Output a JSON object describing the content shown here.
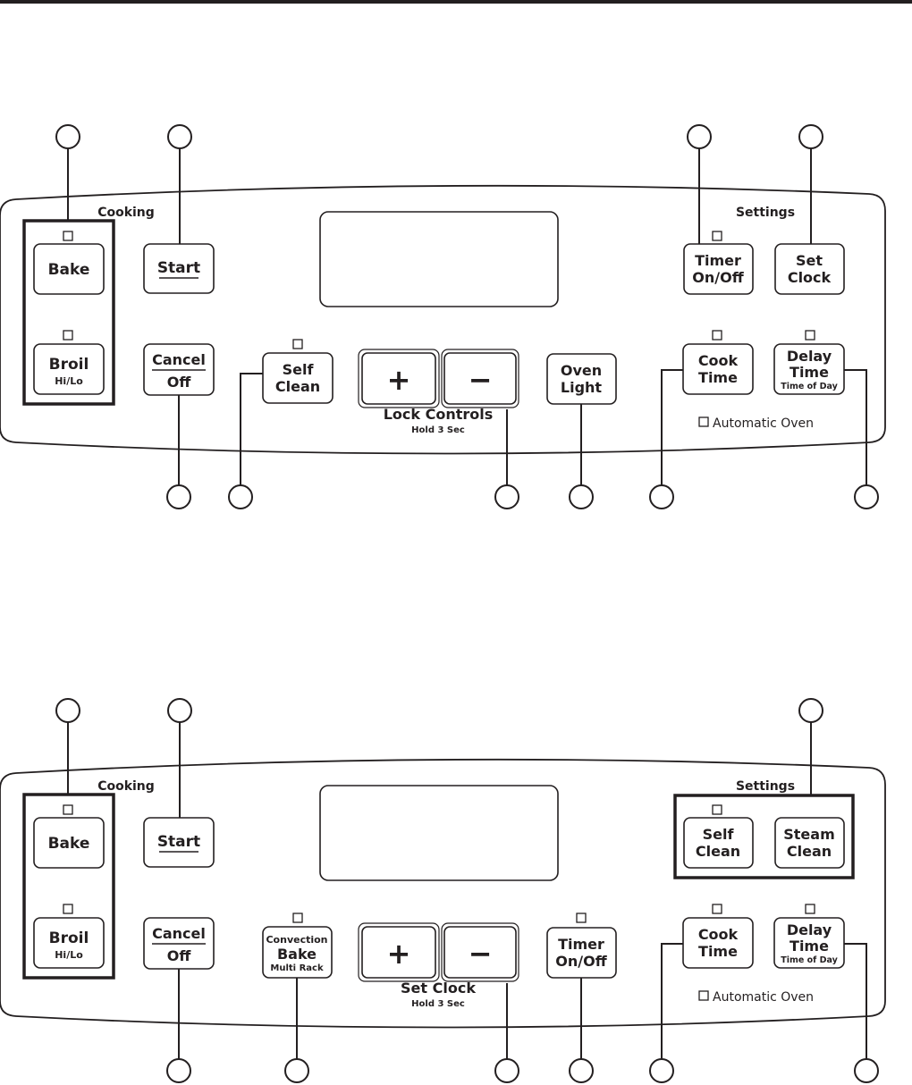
{
  "panels": [
    {
      "cooking_label": "Cooking",
      "settings_label": "Settings",
      "bake": {
        "label": "Bake"
      },
      "broil": {
        "label": "Broil",
        "sub": "Hi/Lo"
      },
      "start": {
        "label": "Start"
      },
      "cancel": {
        "top": "Cancel",
        "bottom": "Off"
      },
      "left_mid": {
        "line1": "Self",
        "line2": "Clean"
      },
      "plus_label": "+",
      "minus_label": "−",
      "combo_label": "Lock Controls",
      "combo_sub": "Hold 3 Sec",
      "right_mid": {
        "line1": "Oven",
        "line2": "Light"
      },
      "top_right_1": {
        "line1": "Timer",
        "line2": "On/Off"
      },
      "top_right_2": {
        "line1": "Set",
        "line2": "Clock"
      },
      "cook_time": {
        "line1": "Cook",
        "line2": "Time"
      },
      "delay_time": {
        "line1": "Delay",
        "line2": "Time",
        "sub": "Time of Day"
      },
      "automatic_oven": "Automatic Oven"
    },
    {
      "cooking_label": "Cooking",
      "settings_label": "Settings",
      "bake": {
        "label": "Bake"
      },
      "broil": {
        "label": "Broil",
        "sub": "Hi/Lo"
      },
      "start": {
        "label": "Start"
      },
      "cancel": {
        "top": "Cancel",
        "bottom": "Off"
      },
      "left_mid": {
        "top": "Convection",
        "line1": "Bake",
        "sub": "Multi Rack"
      },
      "plus_label": "+",
      "minus_label": "−",
      "combo_label": "Set Clock",
      "combo_sub": "Hold 3 Sec",
      "right_mid": {
        "line1": "Timer",
        "line2": "On/Off"
      },
      "top_right_1": {
        "line1": "Self",
        "line2": "Clean"
      },
      "top_right_2": {
        "line1": "Steam",
        "line2": "Clean"
      },
      "cook_time": {
        "line1": "Cook",
        "line2": "Time"
      },
      "delay_time": {
        "line1": "Delay",
        "line2": "Time",
        "sub": "Time of Day"
      },
      "automatic_oven": "Automatic Oven"
    }
  ]
}
